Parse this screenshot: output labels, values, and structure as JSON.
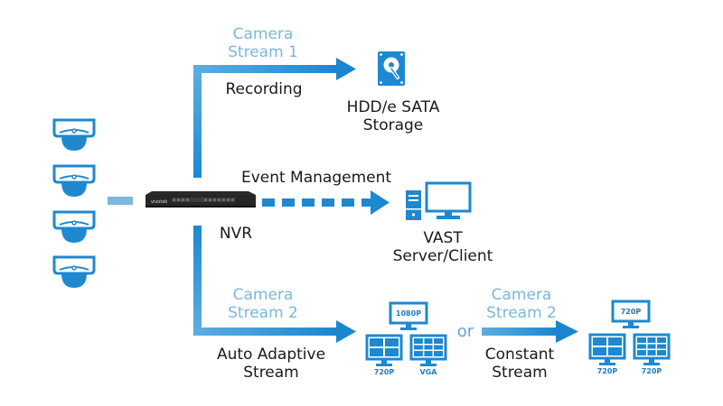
{
  "diagram": {
    "colors": {
      "primary": "#1e88d0",
      "light": "#7ab8dc",
      "text": "#1a1a1a",
      "nvr": "#262626"
    },
    "cameras": [
      {
        "icon": "dome-camera-icon"
      },
      {
        "icon": "dome-camera-icon"
      },
      {
        "icon": "dome-camera-icon"
      },
      {
        "icon": "dome-camera-icon"
      }
    ],
    "nvr": {
      "label": "NVR",
      "icon": "nvr-device-icon"
    },
    "branches": {
      "recording": {
        "stream_label_line1": "Camera",
        "stream_label_line2": "Stream 1",
        "arrow_label": "Recording",
        "target_icon": "hard-drive-icon",
        "target_line1": "HDD/e SATA",
        "target_line2": "Storage"
      },
      "event": {
        "arrow_label": "Event Management",
        "target_icon": "server-client-icon",
        "target_line1": "VAST",
        "target_line2": "Server/Client"
      },
      "adaptive": {
        "stream_label_line1": "Camera",
        "stream_label_line2": "Stream 2",
        "arrow_label_line1": "Auto Adaptive",
        "arrow_label_line2": "Stream",
        "monitors": {
          "top": "1080P",
          "left": "720P",
          "right": "VGA"
        }
      },
      "separator": "or",
      "constant": {
        "stream_label_line1": "Camera",
        "stream_label_line2": "Stream 2",
        "arrow_label_line1": "Constant",
        "arrow_label_line2": "Stream",
        "monitors": {
          "top": "720P",
          "left": "720P",
          "right": "720P"
        }
      }
    }
  }
}
